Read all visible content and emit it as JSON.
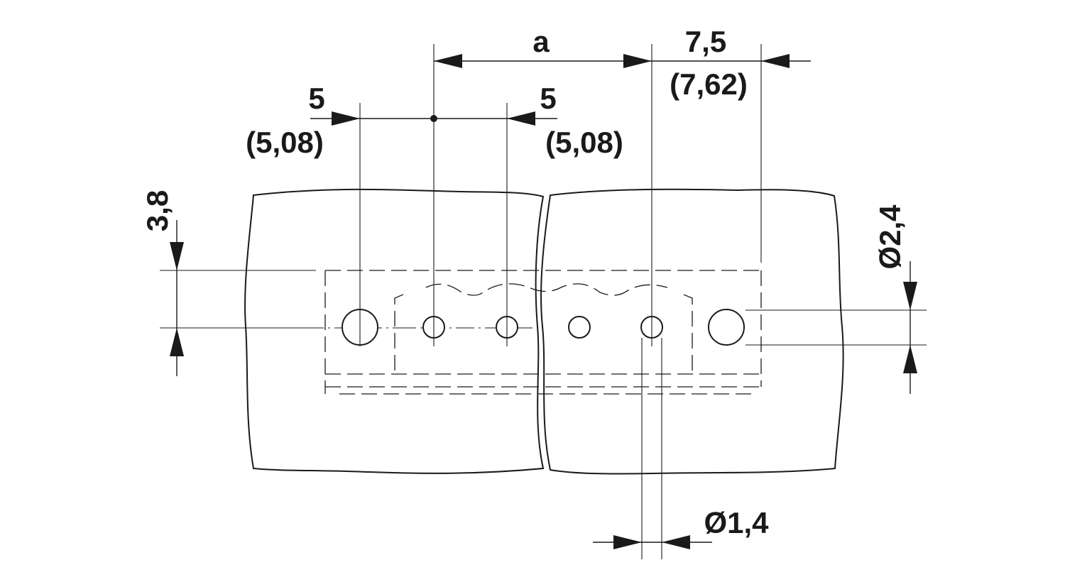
{
  "labels": {
    "pitch_a": "a",
    "end_spacing": "7,5",
    "end_spacing_alt": "(7,62)",
    "pitch_left": "5",
    "pitch_left_alt": "(5,08)",
    "pitch_right": "5",
    "pitch_right_alt": "(5,08)",
    "row_offset": "3,8",
    "large_hole_diameter": "Ø2,4",
    "small_hole_diameter": "Ø1,4"
  }
}
